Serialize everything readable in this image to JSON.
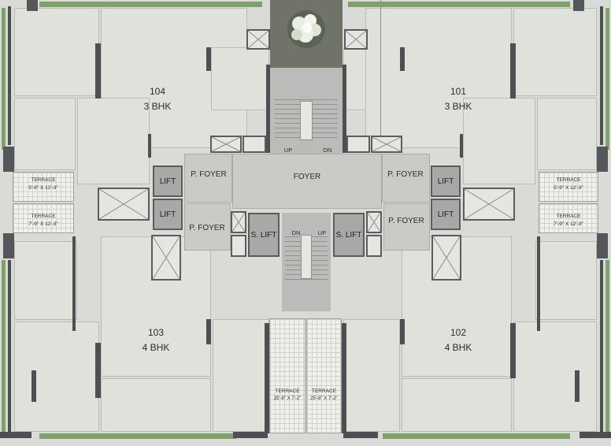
{
  "units": [
    {
      "number": "104",
      "type": "3 BHK"
    },
    {
      "number": "101",
      "type": "3 BHK"
    },
    {
      "number": "103",
      "type": "4 BHK"
    },
    {
      "number": "102",
      "type": "4 BHK"
    }
  ],
  "core": {
    "foyer": "FOYER",
    "private_foyer": "P. FOYER",
    "lift": "LIFT",
    "service_lift": "S. LIFT",
    "up": "UP",
    "down": "DN"
  },
  "terraces": {
    "label": "TERRACE",
    "left_upper": "5'-9\" X 12'-3\"",
    "left_lower": "7'-9\" X 12'-3\"",
    "right_upper": "5'-9\" X 12'-3\"",
    "right_lower": "7'-9\" X 12'-3\"",
    "bottom_left": "25'-8\" X 7'-2\"",
    "bottom_right": "25'-8\" X 7'-2\""
  },
  "colors": {
    "wall": "#4d4f52",
    "floor": "#dfe1db",
    "planter": "#7fa26a",
    "lift": "#a7a9a6",
    "foyer": "#c9cbc6"
  }
}
